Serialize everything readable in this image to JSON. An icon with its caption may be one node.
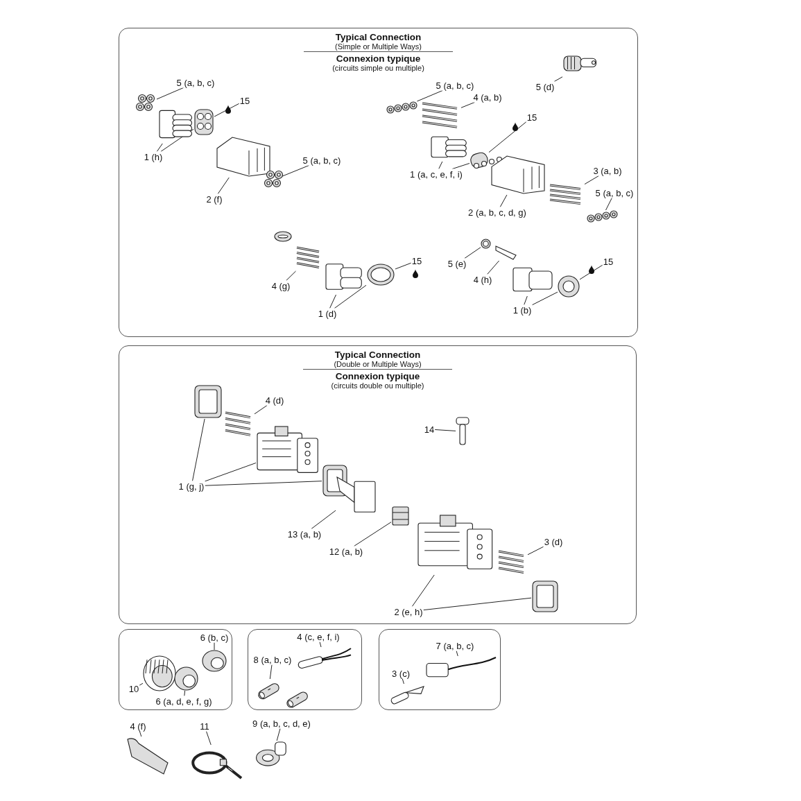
{
  "diagram": {
    "nodes": [
      {
        "text": [
          "Typical Connection",
          "(Simple or Multiple Ways)",
          "Connexion typique",
          "(circuits simple ou multiple)"
        ]
      },
      {
        "text": [
          "5 (a, b, c)"
        ],
        "in": 0
      },
      {
        "text": [],
        "shape": "picture",
        "in": 0
      },
      {
        "text": [
          "15"
        ],
        "in": 0
      },
      {
        "text": [],
        "shape": "picture",
        "in": 0
      },
      {
        "text": [
          "1 (h)"
        ],
        "in": 0
      },
      {
        "text": [],
        "shape": "picture",
        "in": 0
      },
      {
        "text": [
          "2 (f)"
        ],
        "in": 0
      },
      {
        "text": [],
        "shape": "picture",
        "in": 0
      },
      {
        "text": [
          "5 (a, b, c)"
        ],
        "in": 0
      },
      {
        "text": [],
        "shape": "picture",
        "in": 0
      },
      {
        "text": [
          "5 (d)"
        ],
        "in": 0
      },
      {
        "text": [],
        "shape": "picture",
        "in": 0
      },
      {
        "text": [
          "5 (a, b, c)"
        ],
        "in": 0
      },
      {
        "text": [],
        "shape": "picture",
        "in": 0
      },
      {
        "text": [
          "4 (a, b)"
        ],
        "in": 0
      },
      {
        "text": [],
        "shape": "picture",
        "in": 0
      },
      {
        "text": [
          "15"
        ],
        "in": 0
      },
      {
        "text": [],
        "shape": "picture",
        "in": 0
      },
      {
        "text": [
          "1 (a, c, e, f, i)"
        ],
        "in": 0
      },
      {
        "text": [],
        "shape": "picture",
        "in": 0
      },
      {
        "text": [
          "3 (a, b)"
        ],
        "in": 0
      },
      {
        "text": [],
        "shape": "picture",
        "in": 0
      },
      {
        "text": [
          "5 (a, b, c)"
        ],
        "in": 0
      },
      {
        "text": [],
        "shape": "picture",
        "in": 0
      },
      {
        "text": [
          "2 (a, b, c, d, g)"
        ],
        "in": 0
      },
      {
        "text": [],
        "shape": "picture",
        "in": 0
      },
      {
        "text": [
          "4 (g)"
        ],
        "in": 0
      },
      {
        "text": [],
        "shape": "picture",
        "in": 0
      },
      {
        "text": [
          "15"
        ],
        "in": 0
      },
      {
        "text": [],
        "shape": "picture",
        "in": 0
      },
      {
        "text": [
          "1 (d)"
        ],
        "in": 0
      },
      {
        "text": [],
        "shape": "picture",
        "in": 0
      },
      {
        "text": [
          "5 (e)"
        ],
        "in": 0
      },
      {
        "text": [],
        "shape": "picture",
        "in": 0
      },
      {
        "text": [
          "4 (h)"
        ],
        "in": 0
      },
      {
        "text": [],
        "shape": "picture",
        "in": 0
      },
      {
        "text": [
          "15"
        ],
        "in": 0
      },
      {
        "text": [],
        "shape": "picture",
        "in": 0
      },
      {
        "text": [
          "1 (b)"
        ],
        "in": 0
      },
      {
        "text": [],
        "shape": "picture",
        "in": 0
      },
      {
        "text": [
          "Typical Connection",
          "(Double or Multiple Ways)",
          "Connexion typique",
          "(circuits double ou multiple)"
        ]
      },
      {
        "text": [
          "4 (d)"
        ],
        "in": 41
      },
      {
        "text": [],
        "shape": "picture",
        "in": 41
      },
      {
        "text": [
          "1 (g, j)"
        ],
        "in": 41
      },
      {
        "text": [],
        "shape": "picture",
        "in": 41
      },
      {
        "text": [],
        "shape": "picture",
        "in": 41
      },
      {
        "text": [],
        "shape": "picture",
        "in": 41
      },
      {
        "text": [
          "14"
        ],
        "in": 41
      },
      {
        "text": [],
        "shape": "picture",
        "in": 41
      },
      {
        "text": [
          "13 (a, b)"
        ],
        "in": 41
      },
      {
        "text": [],
        "shape": "picture",
        "in": 41
      },
      {
        "text": [
          "12 (a, b)"
        ],
        "in": 41
      },
      {
        "text": [],
        "shape": "picture",
        "in": 41
      },
      {
        "text": [
          "3 (d)"
        ],
        "in": 41
      },
      {
        "text": [],
        "shape": "picture",
        "in": 41
      },
      {
        "text": [
          "2 (e, h)"
        ],
        "in": 41
      },
      {
        "text": [],
        "shape": "picture",
        "in": 41
      },
      {
        "text": [],
        "shape": "picture",
        "in": 41
      },
      {
        "text": [],
        "shape": "box"
      },
      {
        "text": [
          "6 (b, c)"
        ],
        "in": 59
      },
      {
        "text": [],
        "shape": "picture",
        "in": 59
      },
      {
        "text": [
          "10"
        ],
        "in": 59
      },
      {
        "text": [],
        "shape": "picture",
        "in": 59
      },
      {
        "text": [
          "6 (a, d, e, f, g)"
        ],
        "in": 59
      },
      {
        "text": [],
        "shape": "picture",
        "in": 59
      },
      {
        "text": [],
        "shape": "box"
      },
      {
        "text": [
          "4 (c, e, f, i)"
        ],
        "in": 66
      },
      {
        "text": [],
        "shape": "picture",
        "in": 66
      },
      {
        "text": [
          "8 (a, b, c)"
        ],
        "in": 66
      },
      {
        "text": [],
        "shape": "picture",
        "in": 66
      },
      {
        "text": [],
        "shape": "box"
      },
      {
        "text": [
          "7 (a, b, c)"
        ],
        "in": 71
      },
      {
        "text": [],
        "shape": "picture",
        "in": 71
      },
      {
        "text": [
          "3 (c)"
        ],
        "in": 71
      },
      {
        "text": [],
        "shape": "picture",
        "in": 71
      },
      {
        "text": [
          "4 (f)"
        ]
      },
      {
        "text": [],
        "shape": "picture"
      },
      {
        "text": [
          "11"
        ]
      },
      {
        "text": [],
        "shape": "picture"
      },
      {
        "text": [
          "9 (a, b, c, d, e)"
        ]
      },
      {
        "text": [],
        "shape": "picture"
      }
    ],
    "edges": [
      {
        "from": 1,
        "to": 2,
        "arrow": "none"
      },
      {
        "from": 3,
        "to": 4,
        "arrow": "none"
      },
      {
        "from": 5,
        "to": 6,
        "arrow": "none"
      },
      {
        "from": 5,
        "to": 4,
        "arrow": "none"
      },
      {
        "from": 7,
        "to": 8,
        "arrow": "none"
      },
      {
        "from": 9,
        "to": 10,
        "arrow": "none"
      },
      {
        "from": 11,
        "to": 12,
        "arrow": "none"
      },
      {
        "from": 13,
        "to": 14,
        "arrow": "none"
      },
      {
        "from": 15,
        "to": 16,
        "arrow": "none"
      },
      {
        "from": 17,
        "to": 18,
        "arrow": "none"
      },
      {
        "from": 19,
        "to": 20,
        "arrow": "none"
      },
      {
        "from": 19,
        "to": 18,
        "arrow": "none"
      },
      {
        "from": 21,
        "to": 22,
        "arrow": "none"
      },
      {
        "from": 23,
        "to": 24,
        "arrow": "none"
      },
      {
        "from": 25,
        "to": 26,
        "arrow": "none"
      },
      {
        "from": 27,
        "to": 28,
        "arrow": "none"
      },
      {
        "from": 29,
        "to": 30,
        "arrow": "none"
      },
      {
        "from": 31,
        "to": 32,
        "arrow": "none"
      },
      {
        "from": 31,
        "to": 30,
        "arrow": "none"
      },
      {
        "from": 33,
        "to": 34,
        "arrow": "none"
      },
      {
        "from": 35,
        "to": 36,
        "arrow": "none"
      },
      {
        "from": 37,
        "to": 38,
        "arrow": "none"
      },
      {
        "from": 39,
        "to": 40,
        "arrow": "none"
      },
      {
        "from": 39,
        "to": 38,
        "arrow": "none"
      },
      {
        "from": 42,
        "to": 43,
        "arrow": "none"
      },
      {
        "from": 44,
        "to": 45,
        "arrow": "none"
      },
      {
        "from": 44,
        "to": 46,
        "arrow": "none"
      },
      {
        "from": 44,
        "to": 47,
        "arrow": "none"
      },
      {
        "from": 48,
        "to": 49,
        "arrow": "none"
      },
      {
        "from": 50,
        "to": 51,
        "arrow": "none"
      },
      {
        "from": 52,
        "to": 53,
        "arrow": "none"
      },
      {
        "from": 54,
        "to": 55,
        "arrow": "none"
      },
      {
        "from": 56,
        "to": 57,
        "arrow": "none"
      },
      {
        "from": 56,
        "to": 58,
        "arrow": "none"
      },
      {
        "from": 60,
        "to": 61,
        "arrow": "none"
      },
      {
        "from": 62,
        "to": 63,
        "arrow": "none"
      },
      {
        "from": 64,
        "to": 65,
        "arrow": "none"
      },
      {
        "from": 67,
        "to": 68,
        "arrow": "none"
      },
      {
        "from": 69,
        "to": 70,
        "arrow": "none"
      },
      {
        "from": 72,
        "to": 73,
        "arrow": "none"
      },
      {
        "from": 74,
        "to": 75,
        "arrow": "none"
      },
      {
        "from": 76,
        "to": 77,
        "arrow": "none"
      },
      {
        "from": 78,
        "to": 79,
        "arrow": "none"
      },
      {
        "from": 80,
        "to": 81,
        "arrow": "none"
      }
    ]
  }
}
